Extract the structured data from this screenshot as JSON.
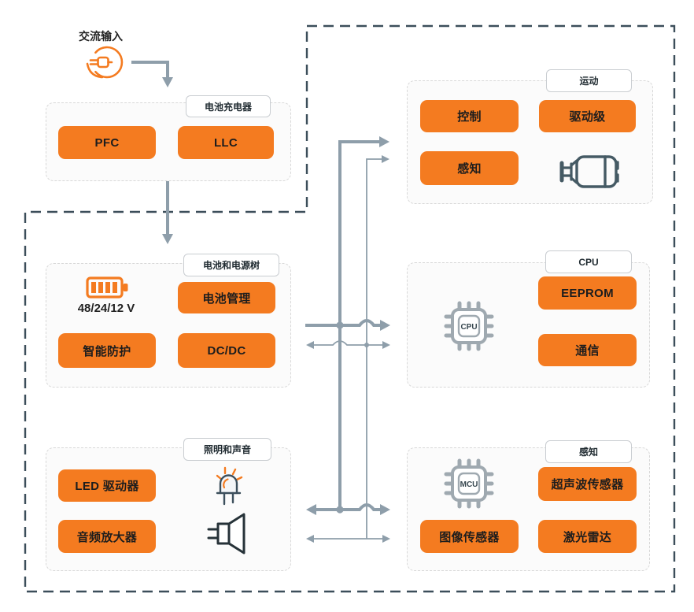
{
  "colors": {
    "accent_orange": "#f47b20",
    "wire_gray": "#8e9eaa",
    "boundary_dark": "#3c4e5a",
    "chip_gray": "#9fa9b0",
    "icon_dark": "#455a64",
    "group_border": "#d8d8d8",
    "block_text": "#1d1d1d"
  },
  "ac_input": {
    "label": "交流输入",
    "icon": "ac-plug-icon"
  },
  "groups": [
    {
      "title": "电池充电器",
      "blocks": [
        "PFC",
        "LLC"
      ]
    },
    {
      "title": "电池和电源树",
      "voltage_label": "48/24/12 V",
      "icon": "battery-icon",
      "blocks": [
        "电池管理",
        "智能防护",
        "DC/DC"
      ]
    },
    {
      "title": "照明和声音",
      "icons": [
        "led-icon",
        "speaker-icon"
      ],
      "blocks": [
        "LED 驱动器",
        "音频放大器"
      ]
    },
    {
      "title": "运动",
      "icon": "motor-icon",
      "blocks": [
        "控制",
        "驱动级",
        "感知"
      ]
    },
    {
      "title": "CPU",
      "chip_label": "CPU",
      "icon": "cpu-chip-icon",
      "blocks": [
        "EEPROM",
        "通信"
      ]
    },
    {
      "title": "感知",
      "chip_label": "MCU",
      "icon": "mcu-chip-icon",
      "blocks": [
        "超声波传感器",
        "图像传感器",
        "激光雷达"
      ]
    }
  ]
}
